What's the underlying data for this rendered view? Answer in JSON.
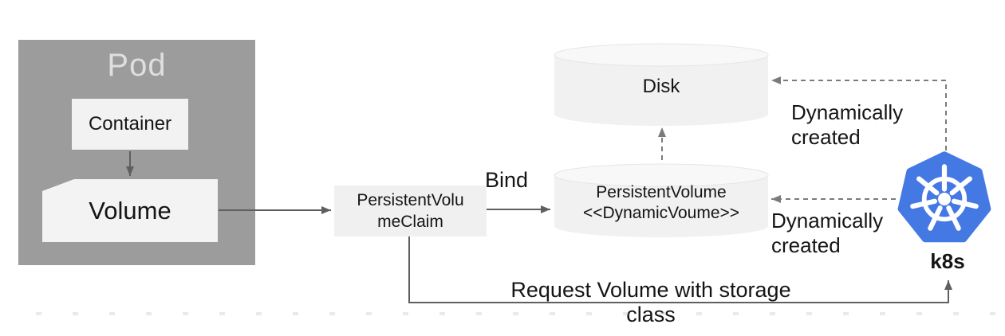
{
  "pod": {
    "title": "Pod",
    "container_label": "Container",
    "volume_label": "Volume"
  },
  "pvc": {
    "line1": "PersistentVolu",
    "line2": "meClaim"
  },
  "pv": {
    "line1": "PersistentVolume",
    "line2": "<<DynamicVoume>>"
  },
  "disk": {
    "label": "Disk"
  },
  "k8s": {
    "label": "k8s"
  },
  "edges": {
    "bind_label": "Bind",
    "request_label": "Request Volume with storage class",
    "dynamically_created_top": "Dynamically created",
    "dynamically_created_bottom": "Dynamically created"
  },
  "colors": {
    "k8s_blue": "#4479e4",
    "pod_gray": "#9c9c9c",
    "shape_fill": "#f1f1f1",
    "arrow_gray": "#5f5f5f",
    "dashed_gray": "#7b7b7b",
    "text_color": "#151515",
    "pod_title_color": "#dfdfdf"
  }
}
